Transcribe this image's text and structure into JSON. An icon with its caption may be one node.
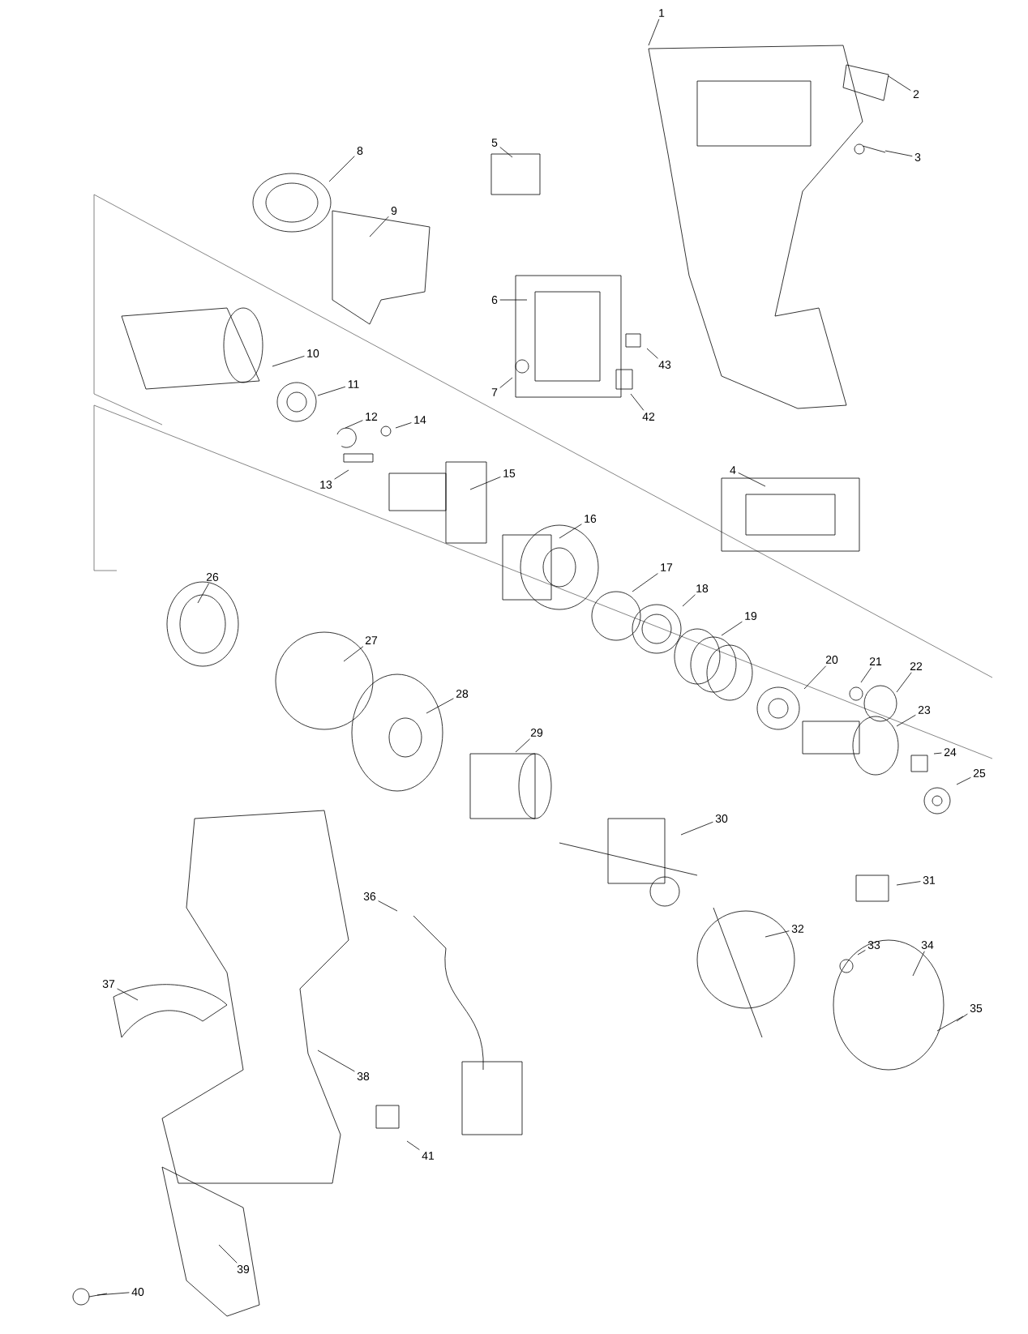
{
  "diagram": {
    "nodes": [
      {
        "text": [
          "1"
        ]
      },
      {
        "text": [
          "2"
        ]
      },
      {
        "text": [
          "3"
        ]
      },
      {
        "text": [
          "4"
        ]
      },
      {
        "text": [
          "5"
        ]
      },
      {
        "text": [
          "6"
        ]
      },
      {
        "text": [
          "7"
        ]
      },
      {
        "text": [
          "8"
        ]
      },
      {
        "text": [
          "9"
        ]
      },
      {
        "text": [
          "10"
        ]
      },
      {
        "text": [
          "11"
        ]
      },
      {
        "text": [
          "12"
        ]
      },
      {
        "text": [
          "13"
        ]
      },
      {
        "text": [
          "14"
        ]
      },
      {
        "text": [
          "15"
        ]
      },
      {
        "text": [
          "16"
        ]
      },
      {
        "text": [
          "17"
        ]
      },
      {
        "text": [
          "18"
        ]
      },
      {
        "text": [
          "19"
        ]
      },
      {
        "text": [
          "20"
        ]
      },
      {
        "text": [
          "21"
        ]
      },
      {
        "text": [
          "22"
        ]
      },
      {
        "text": [
          "23"
        ]
      },
      {
        "text": [
          "24"
        ]
      },
      {
        "text": [
          "25"
        ]
      },
      {
        "text": [
          "26"
        ]
      },
      {
        "text": [
          "27"
        ]
      },
      {
        "text": [
          "28"
        ]
      },
      {
        "text": [
          "29"
        ]
      },
      {
        "text": [
          "30"
        ]
      },
      {
        "text": [
          "31"
        ]
      },
      {
        "text": [
          "32"
        ]
      },
      {
        "text": [
          "33"
        ]
      },
      {
        "text": [
          "34"
        ]
      },
      {
        "text": [
          "35"
        ]
      },
      {
        "text": [
          "36"
        ]
      },
      {
        "text": [
          "37"
        ]
      },
      {
        "text": [
          "38"
        ]
      },
      {
        "text": [
          "39"
        ]
      },
      {
        "text": [
          "40"
        ]
      },
      {
        "text": [
          "41"
        ]
      },
      {
        "text": [
          "42"
        ]
      },
      {
        "text": [
          "43"
        ]
      }
    ],
    "edges": [
      {
        "from": 0,
        "to": null,
        "arrow": "none"
      },
      {
        "from": 1,
        "to": null,
        "arrow": "none"
      },
      {
        "from": 2,
        "to": null,
        "arrow": "none"
      },
      {
        "from": 3,
        "to": null,
        "arrow": "none"
      },
      {
        "from": 4,
        "to": null,
        "arrow": "none"
      },
      {
        "from": 5,
        "to": null,
        "arrow": "none"
      },
      {
        "from": 6,
        "to": null,
        "arrow": "none"
      },
      {
        "from": 7,
        "to": null,
        "arrow": "none"
      },
      {
        "from": 8,
        "to": null,
        "arrow": "none"
      },
      {
        "from": 9,
        "to": null,
        "arrow": "none"
      },
      {
        "from": 10,
        "to": null,
        "arrow": "none"
      },
      {
        "from": 11,
        "to": null,
        "arrow": "none"
      },
      {
        "from": 12,
        "to": null,
        "arrow": "none"
      },
      {
        "from": 13,
        "to": null,
        "arrow": "none"
      },
      {
        "from": 14,
        "to": null,
        "arrow": "none"
      },
      {
        "from": 15,
        "to": null,
        "arrow": "none"
      },
      {
        "from": 16,
        "to": null,
        "arrow": "none"
      },
      {
        "from": 17,
        "to": null,
        "arrow": "none"
      },
      {
        "from": 18,
        "to": null,
        "arrow": "none"
      },
      {
        "from": 19,
        "to": null,
        "arrow": "none"
      },
      {
        "from": 20,
        "to": null,
        "arrow": "none"
      },
      {
        "from": 21,
        "to": null,
        "arrow": "none"
      },
      {
        "from": 22,
        "to": null,
        "arrow": "none"
      },
      {
        "from": 23,
        "to": null,
        "arrow": "none"
      },
      {
        "from": 24,
        "to": null,
        "arrow": "none"
      },
      {
        "from": 25,
        "to": null,
        "arrow": "none"
      },
      {
        "from": 26,
        "to": null,
        "arrow": "none"
      },
      {
        "from": 27,
        "to": null,
        "arrow": "none"
      },
      {
        "from": 28,
        "to": null,
        "arrow": "none"
      },
      {
        "from": 29,
        "to": null,
        "arrow": "none"
      },
      {
        "from": 30,
        "to": null,
        "arrow": "none"
      },
      {
        "from": 31,
        "to": null,
        "arrow": "none"
      },
      {
        "from": 32,
        "to": null,
        "arrow": "none"
      },
      {
        "from": 33,
        "to": null,
        "arrow": "none"
      },
      {
        "from": 34,
        "to": null,
        "arrow": "none"
      },
      {
        "from": 35,
        "to": null,
        "arrow": "none"
      },
      {
        "from": 36,
        "to": null,
        "arrow": "none"
      },
      {
        "from": 37,
        "to": null,
        "arrow": "none"
      },
      {
        "from": 38,
        "to": null,
        "arrow": "none"
      },
      {
        "from": 39,
        "to": null,
        "arrow": "none"
      },
      {
        "from": 40,
        "to": null,
        "arrow": "none"
      },
      {
        "from": 41,
        "to": null,
        "arrow": "none"
      },
      {
        "from": 42,
        "to": null,
        "arrow": "none"
      }
    ]
  }
}
